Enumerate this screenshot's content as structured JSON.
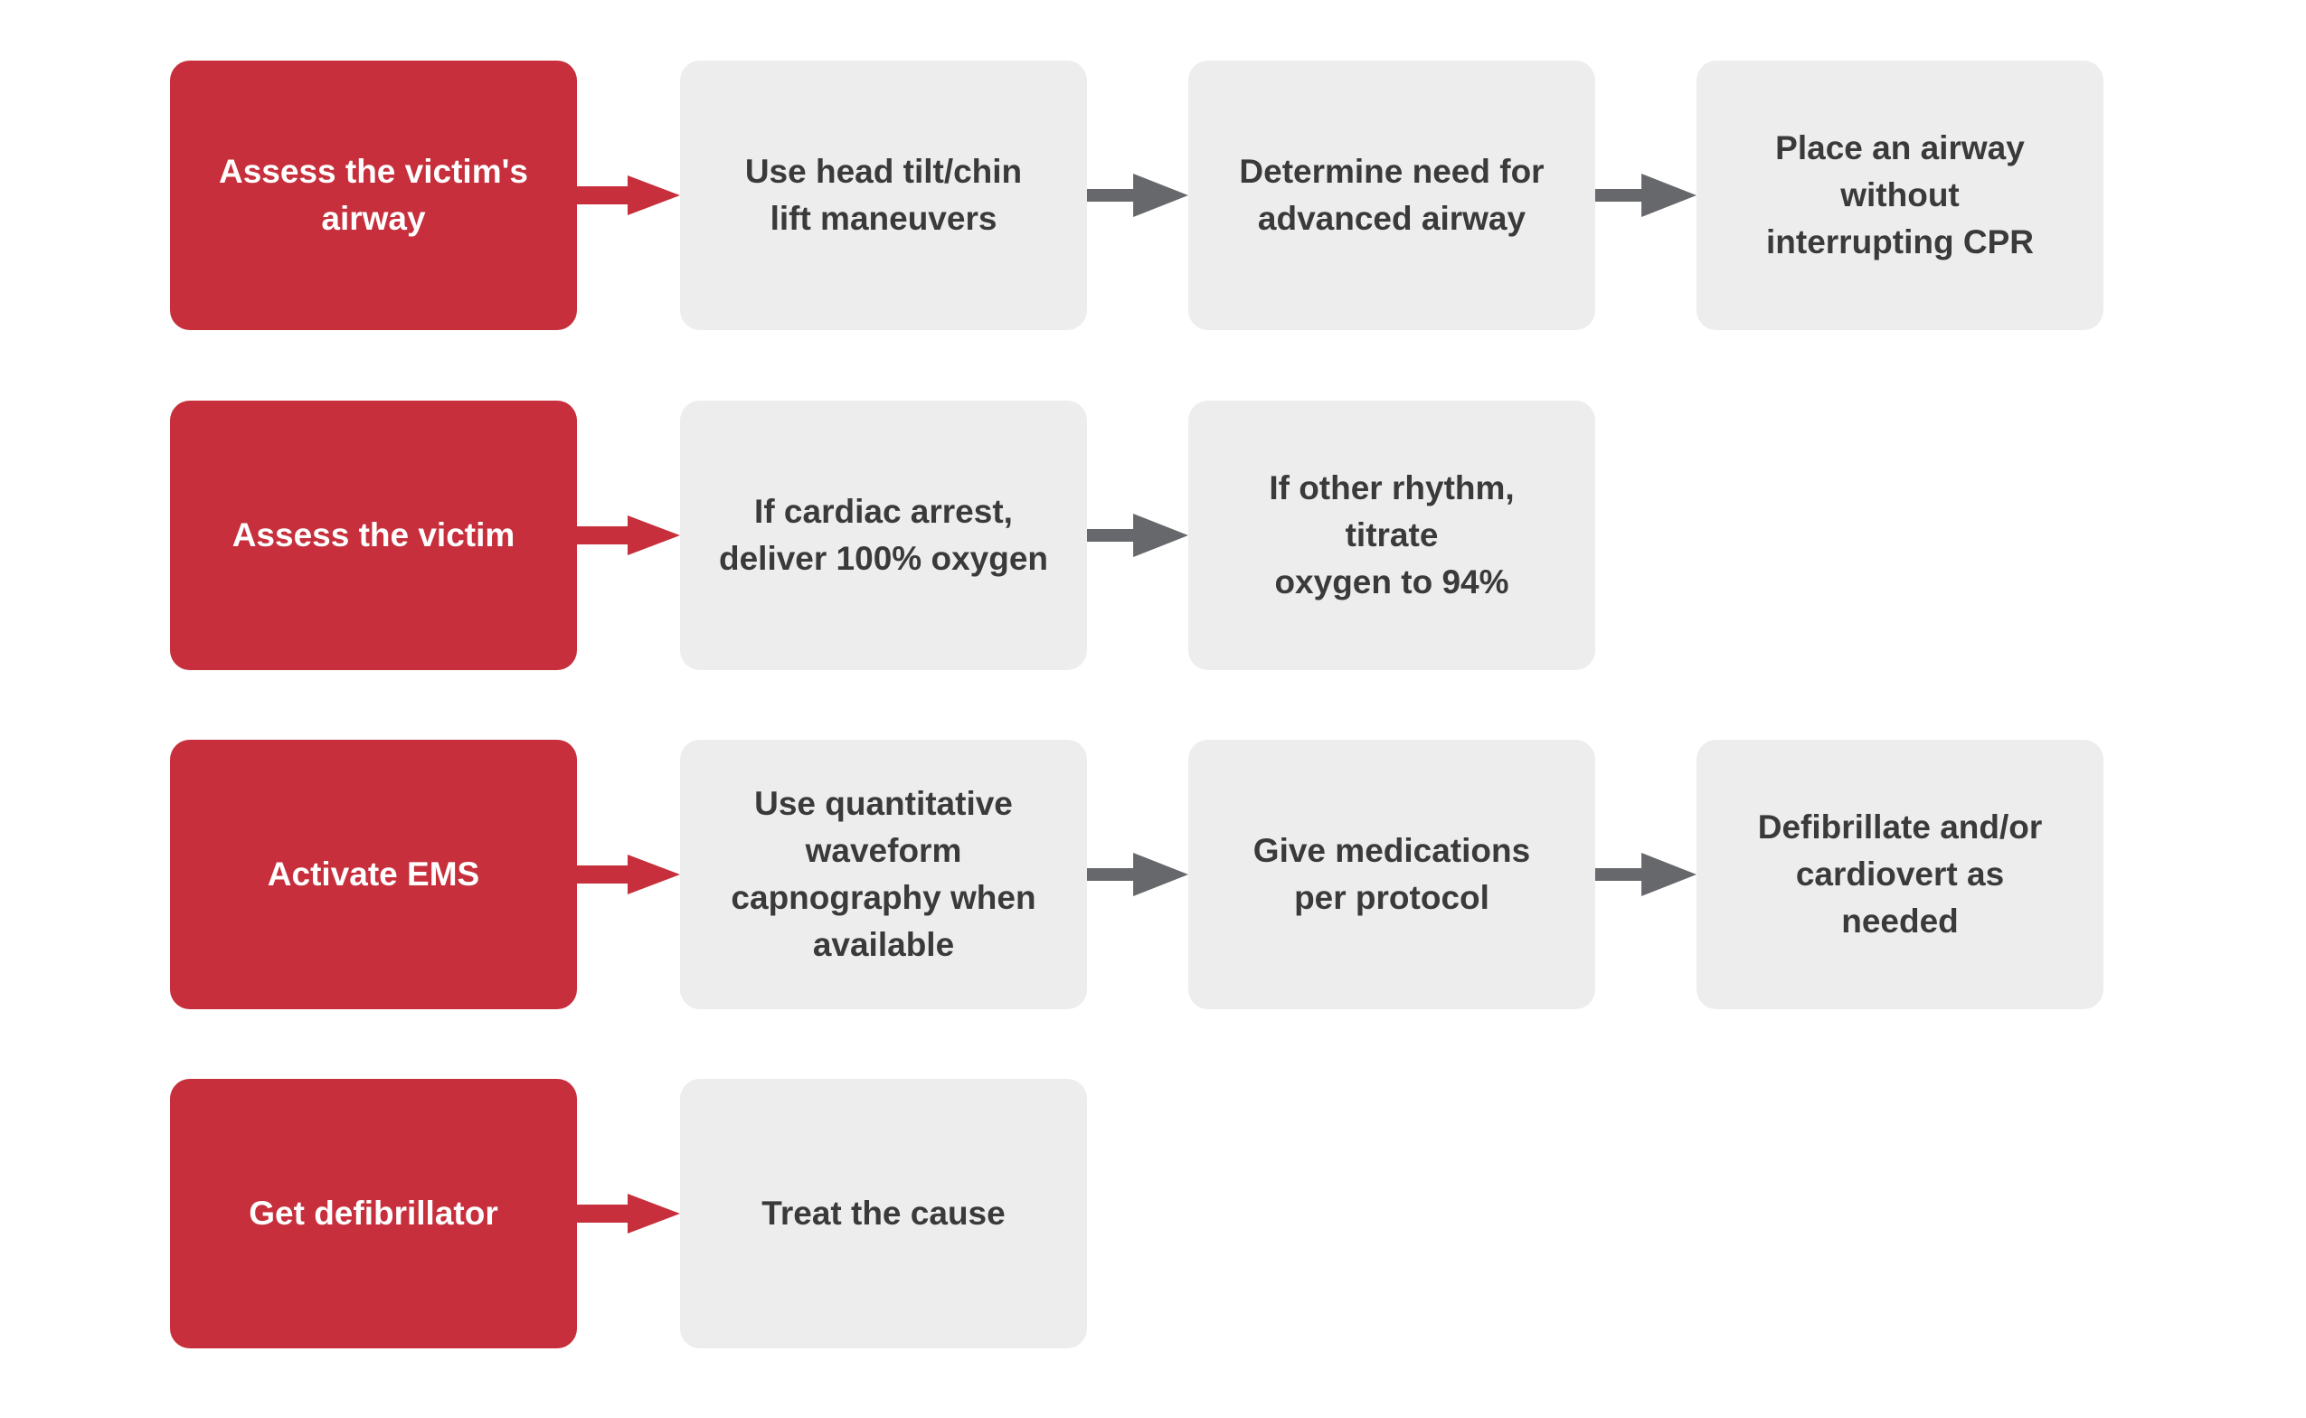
{
  "colors": {
    "accent_red": "#C62F3B",
    "box_gray": "#EDEDED",
    "arrow_gray": "#66686B",
    "text_dark": "#3A3A3A",
    "text_on_red": "#FFFFFF"
  },
  "rows": [
    {
      "source": {
        "label": "Assess the victim's\nairway"
      },
      "steps": [
        {
          "label": "Use head tilt/chin\nlift maneuvers"
        },
        {
          "label": "Determine need for\nadvanced airway"
        },
        {
          "label": "Place an airway\nwithout\ninterrupting CPR"
        }
      ]
    },
    {
      "source": {
        "label": "Assess the victim"
      },
      "steps": [
        {
          "label": "If cardiac arrest,\ndeliver 100% oxygen"
        },
        {
          "label": "If other rhythm,\ntitrate\noxygen to 94%"
        }
      ]
    },
    {
      "source": {
        "label": "Activate EMS"
      },
      "steps": [
        {
          "label": "Use quantitative\nwaveform\ncapnography when\navailable"
        },
        {
          "label": "Give medications\nper protocol"
        },
        {
          "label": "Defibrillate and/or\ncardiovert as\nneeded"
        }
      ]
    },
    {
      "source": {
        "label": "Get defibrillator"
      },
      "steps": [
        {
          "label": "Treat the cause"
        }
      ]
    }
  ]
}
